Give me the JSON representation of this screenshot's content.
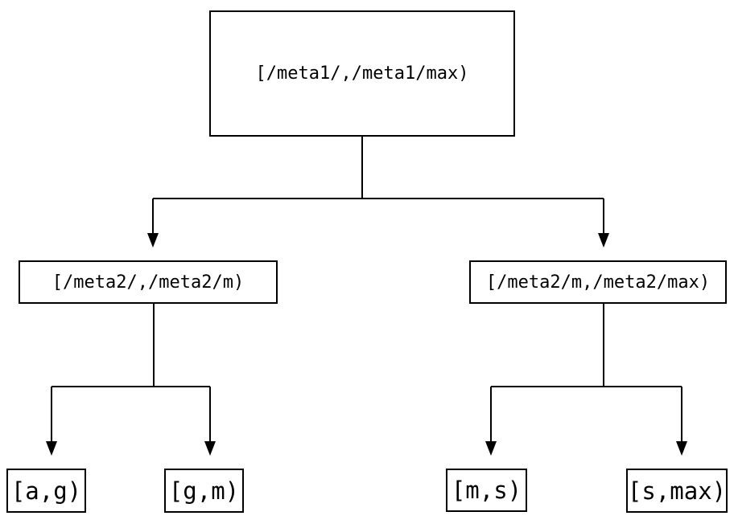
{
  "page": {
    "background_color": "#ffffff"
  },
  "diagram": {
    "type": "tree",
    "line_color": "#000000",
    "box_border_color": "#000000",
    "text_color": "#000000",
    "nodes": {
      "root": {
        "label": "[/meta1/,/meta1/max)"
      },
      "meta2_low": {
        "label": "[/meta2/,/meta2/m)"
      },
      "meta2_high": {
        "label": "[/meta2/m,/meta2/max)"
      },
      "leaf_a_g": {
        "label": "[a,g)"
      },
      "leaf_g_m": {
        "label": "[g,m)"
      },
      "leaf_m_s": {
        "label": "[m,s)"
      },
      "leaf_s_max": {
        "label": "[s,max)"
      }
    },
    "edges": [
      {
        "from": "root",
        "to": "meta2_low"
      },
      {
        "from": "root",
        "to": "meta2_high"
      },
      {
        "from": "meta2_low",
        "to": "leaf_a_g"
      },
      {
        "from": "meta2_low",
        "to": "leaf_g_m"
      },
      {
        "from": "meta2_high",
        "to": "leaf_m_s"
      },
      {
        "from": "meta2_high",
        "to": "leaf_s_max"
      }
    ]
  }
}
